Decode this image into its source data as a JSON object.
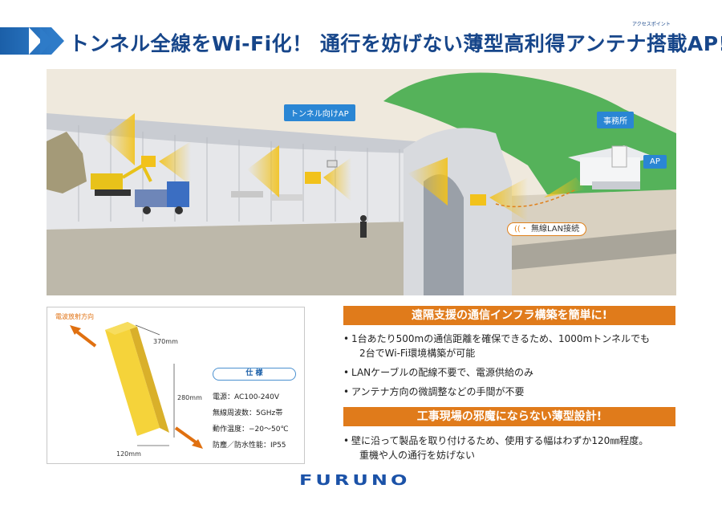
{
  "header": {
    "title": "トンネル全線をWi-Fi化！ 通行を妨げない薄型高利得アンテナ搭載AP!",
    "ruby": "アクセスポイント"
  },
  "illustration": {
    "callout_tunnel_ap": "トンネル向けAP",
    "callout_office": "事務所",
    "callout_ap": "AP",
    "wireless_lan": "無線LAN接続"
  },
  "product": {
    "direction_label": "電波放射方向",
    "dim_width": "370mm",
    "dim_height": "280mm",
    "dim_depth": "120mm",
    "spec_title": "仕 様",
    "specs": [
      "電源：AC100-240V",
      "無線周波数：5GHz帯",
      "動作温度：−20〜50℃",
      "防塵／防水性能：IP55"
    ]
  },
  "section1": {
    "heading": "遠隔支援の通信インフラ構築を簡単に!",
    "bullets": [
      {
        "line1": "1台あたり500mの通信距離を確保できるため、1000mトンネルでも",
        "line2": "2台でWi-Fi環境構築が可能"
      },
      {
        "line1": "LANケーブルの配線不要で、電源供給のみ",
        "line2": ""
      },
      {
        "line1": "アンテナ方向の微調整などの手間が不要",
        "line2": ""
      }
    ]
  },
  "section2": {
    "heading": "工事現場の邪魔にならない薄型設計!",
    "bullets": [
      {
        "line1": "壁に沿って製品を取り付けるため、使用する幅はわずか120㎜程度。",
        "line2": "重機や人の通行を妨げない"
      }
    ]
  },
  "brand": {
    "logo": "FURUNO"
  },
  "colors": {
    "title_blue": "#17468a",
    "accent_orange": "#e07b1b",
    "callout_blue": "#2a86d4",
    "ap_yellow": "#f2c21b",
    "logo_blue": "#1b52a8"
  }
}
